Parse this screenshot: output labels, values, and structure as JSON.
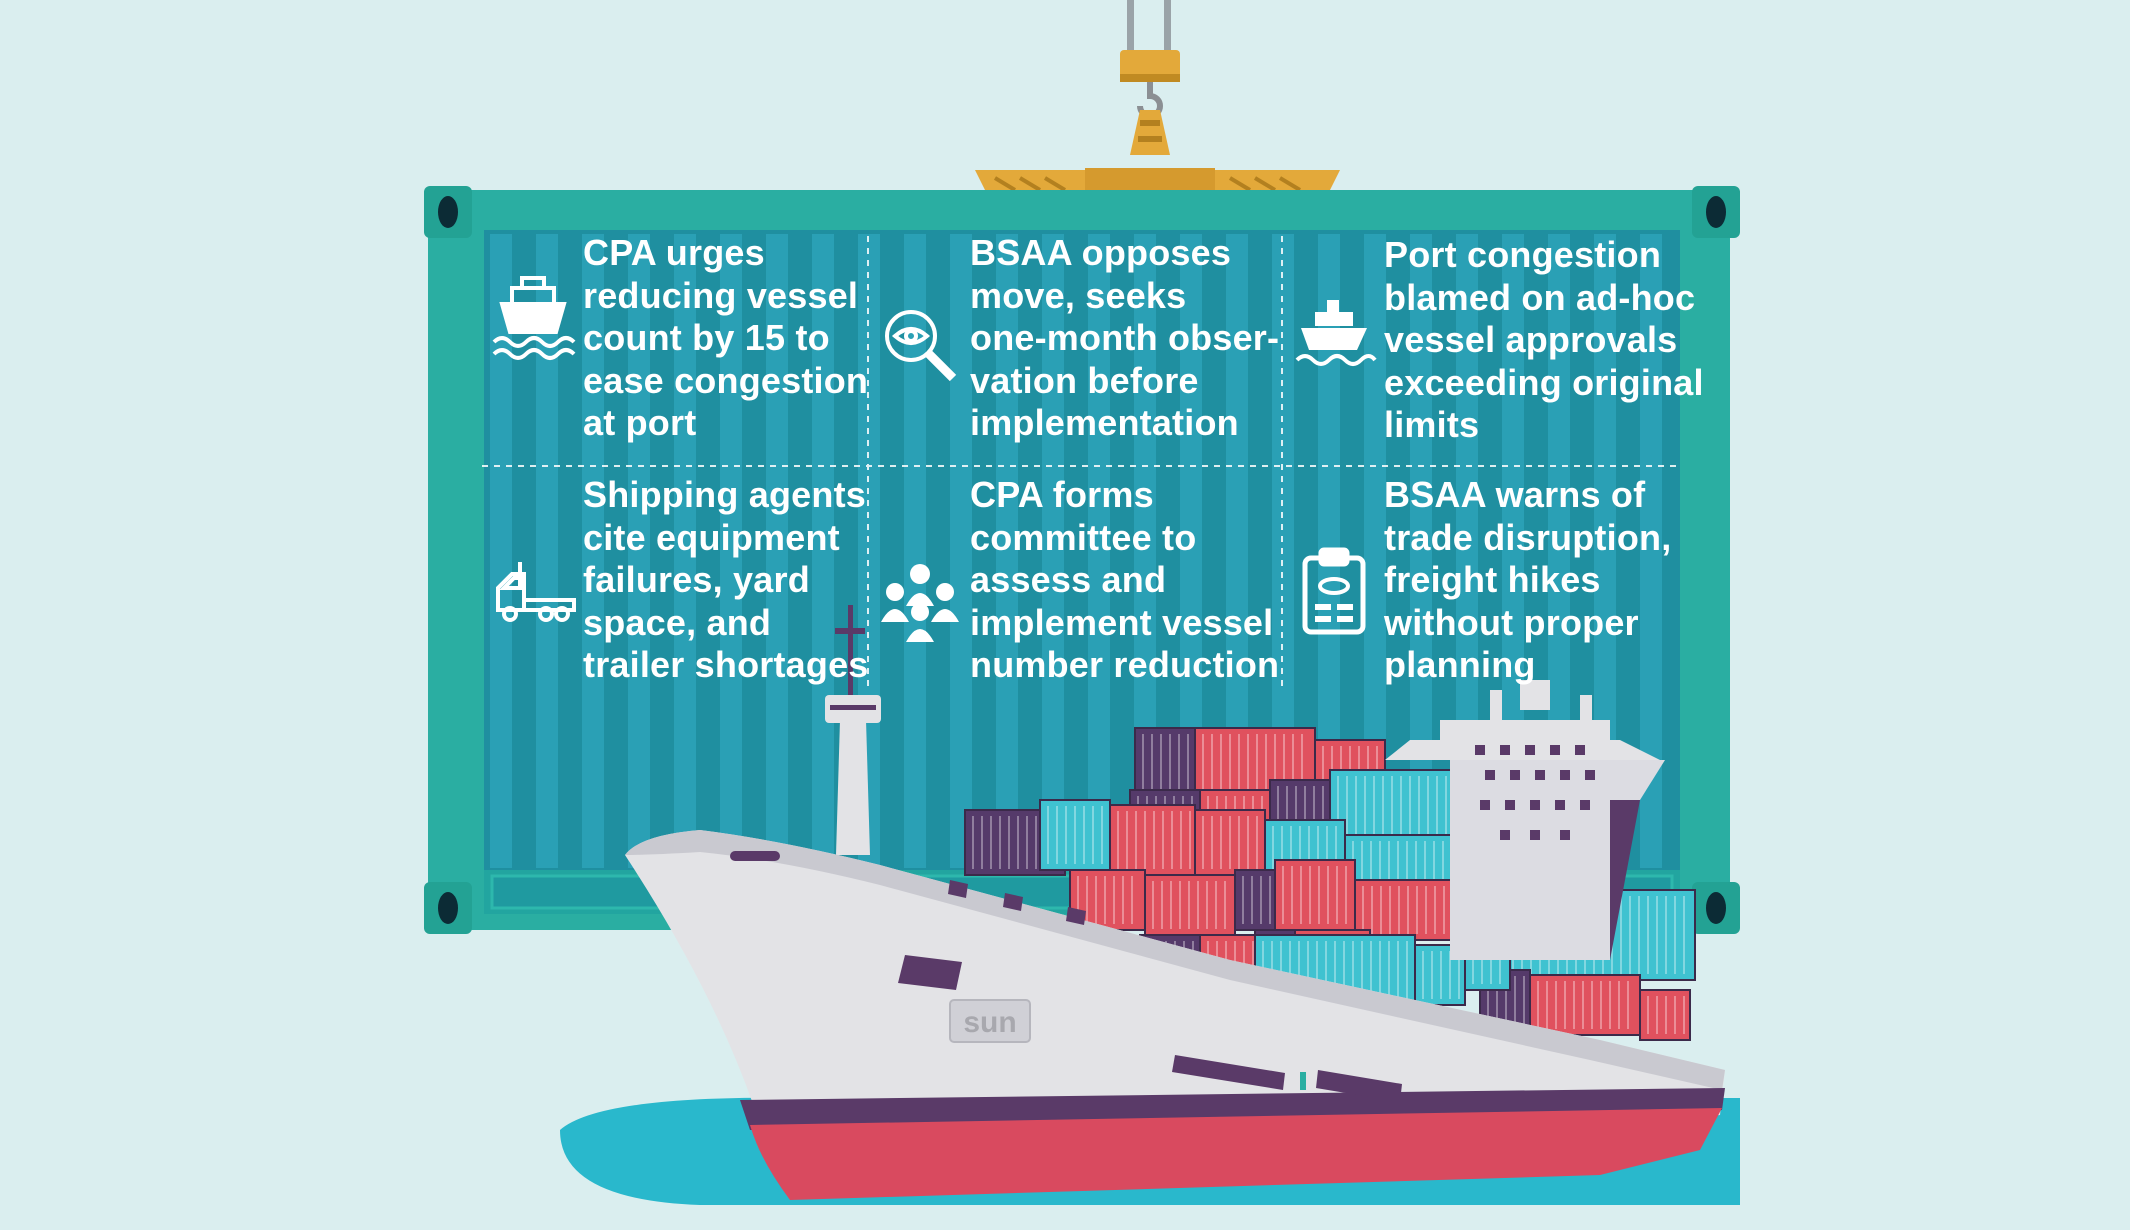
{
  "brand_text": "SUN",
  "colors": {
    "background": "#daeeef",
    "container_frame": "#2aaea2",
    "container_panel": "#1f8fa0",
    "container_stripe": "#2aa0b5",
    "ship_hull": "#e3e3e6",
    "ship_stripe": "#5a3a68",
    "ship_bottom": "#d94a5f",
    "water": "#29b8cc",
    "crane_gold": "#e3a93a",
    "box_red": "#e0515e",
    "box_cyan": "#3fc2d0",
    "box_purple": "#553a6a"
  },
  "cells": [
    {
      "icon": "ship-icon",
      "lines": [
        "CPA urges",
        "reducing vessel",
        "count by 15 to",
        "ease congestion",
        "at port"
      ]
    },
    {
      "icon": "magnifier-eye-icon",
      "lines": [
        "BSAA opposes",
        "move, seeks",
        "one-month obser-",
        "vation before",
        "implementation"
      ]
    },
    {
      "icon": "boat-icon",
      "lines": [
        "Port congestion",
        "blamed on ad-hoc",
        "vessel approvals",
        "exceeding original",
        "limits"
      ]
    },
    {
      "icon": "truck-icon",
      "lines": [
        "Shipping agents",
        "cite equipment",
        "failures, yard",
        "space, and",
        "trailer shortages"
      ]
    },
    {
      "icon": "team-icon",
      "lines": [
        "CPA forms",
        "committee to",
        "assess and",
        "implement vessel",
        "number reduction"
      ]
    },
    {
      "icon": "clipboard-icon",
      "lines": [
        "BSAA warns of",
        "trade disruption,",
        "freight hikes",
        "without proper",
        "planning"
      ]
    }
  ]
}
